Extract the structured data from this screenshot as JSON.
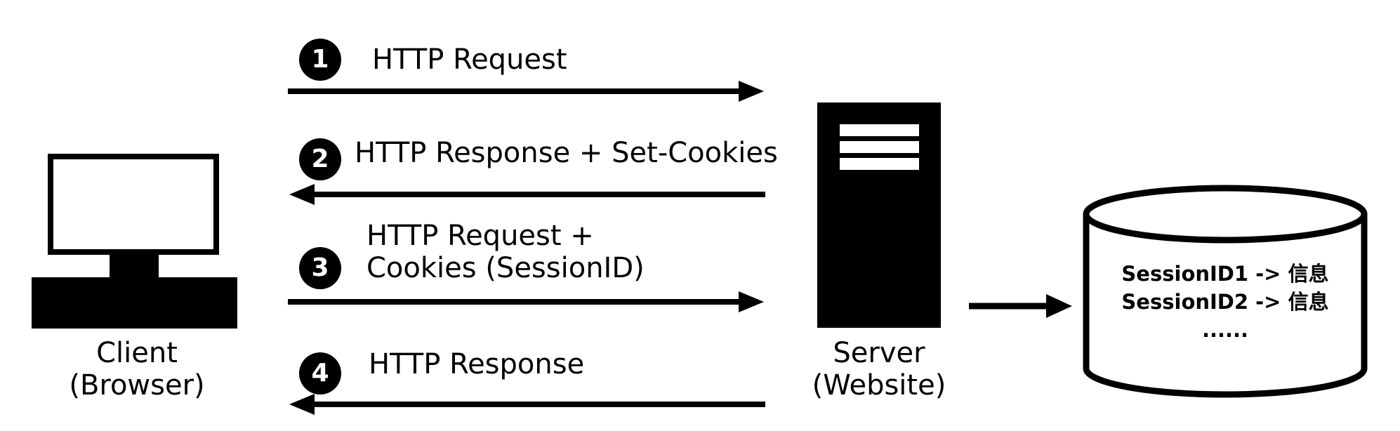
{
  "colors": {
    "ink": "#000000",
    "background": "#ffffff"
  },
  "client": {
    "icon": "computer-icon",
    "line1": "Client",
    "line2": "(Browser)"
  },
  "server": {
    "icon": "server-tower-icon",
    "line1": "Server",
    "line2": "(Website)"
  },
  "database": {
    "icon": "database-cylinder-icon",
    "rows": [
      "SessionID1 -> 信息",
      "SessionID2 -> 信息",
      "......"
    ]
  },
  "steps": [
    {
      "number": "1",
      "label": "HTTP Request",
      "direction": "client-to-server"
    },
    {
      "number": "2",
      "label": "HTTP Response + Set-Cookies",
      "direction": "server-to-client"
    },
    {
      "number": "3",
      "label_line1": "HTTP Request +",
      "label_line2": "Cookies (SessionID)",
      "direction": "client-to-server"
    },
    {
      "number": "4",
      "label": "HTTP Response",
      "direction": "server-to-client"
    }
  ]
}
